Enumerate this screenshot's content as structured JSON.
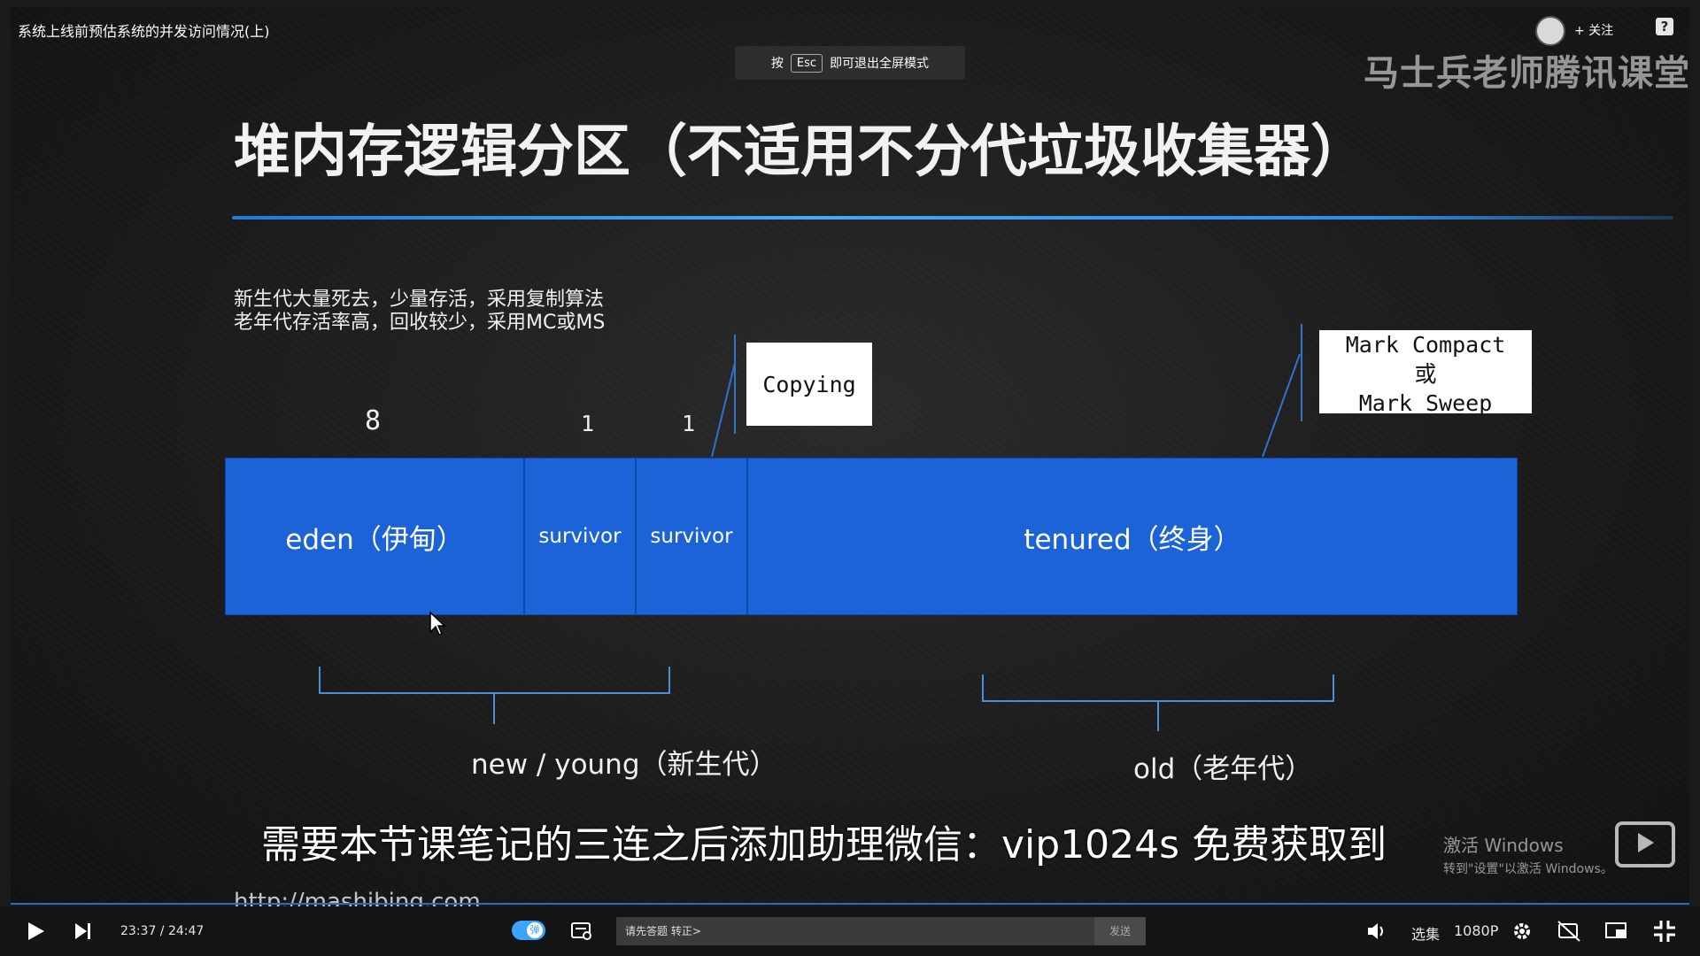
{
  "video": {
    "title": "系统上线前预估系统的并发访问情况(上)",
    "esc_tip_prefix": "按",
    "esc_key": "Esc",
    "esc_tip_suffix": "即可退出全屏模式",
    "brand_watermark": "马士兵老师腾讯课堂",
    "follow_label": "+ 关注",
    "help_label": "?"
  },
  "slide": {
    "title": "堆内存逻辑分区（不适用不分代垃圾收集器）",
    "notes": [
      "新生代大量死去，少量存活，采用复制算法",
      "老年代存活率高，回收较少，采用MC或MS"
    ],
    "ratios": {
      "eden": "8",
      "survivor1": "1",
      "survivor2": "1"
    },
    "cells": {
      "eden": "eden（伊甸）",
      "survivor1": "survivor",
      "survivor2": "survivor",
      "tenured": "tenured（终身）"
    },
    "callouts": {
      "young": "Copying",
      "old_line1": "Mark Compact",
      "old_line2": "或",
      "old_line3": "Mark Sweep"
    },
    "groups": {
      "young": "new / young（新生代）",
      "old": "old（老年代）"
    },
    "url": "http://mashibing.com"
  },
  "overlay": {
    "subtitle": "需要本节课笔记的三连之后添加助理微信：vip1024s 免费获取到",
    "activate_line1": "激活 Windows",
    "activate_line2": "转到\"设置\"以激活 Windows。"
  },
  "player": {
    "time": "23:37 / 24:47",
    "danmaku_placeholder": "请先答题 转正>",
    "send_label": "发送",
    "episodes_label": "选集",
    "quality_label": "1080P",
    "accent_color": "#3aa4ff"
  }
}
